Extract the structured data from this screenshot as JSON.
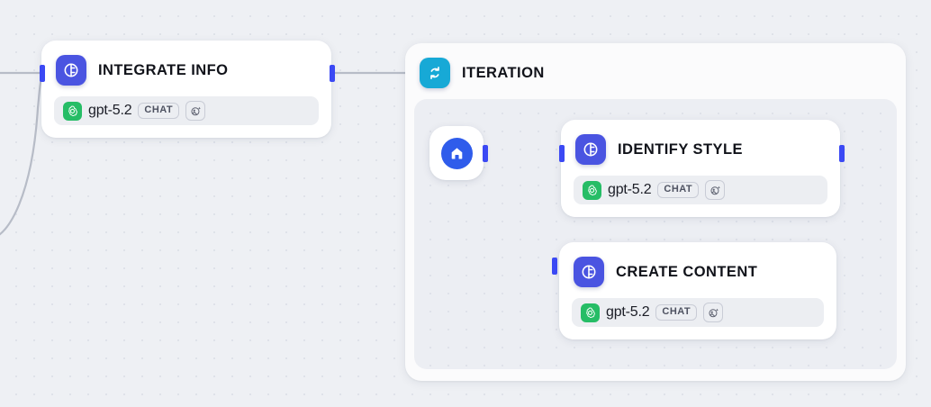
{
  "canvas": {
    "background_color": "#eef0f4",
    "dot_color": "#dfe2e9",
    "edge_color": "#b7bcc7",
    "handle_color": "#3b49f4"
  },
  "nodes": {
    "integrate_info": {
      "title": "INTEGRATE INFO",
      "icon": "llm-node-icon",
      "icon_color": "#4a54e1",
      "model": {
        "name": "gpt-5.2",
        "provider_icon": "openai-logo-icon",
        "provider_color": "#26bd66",
        "mode_badge": "CHAT",
        "capability_icon": "image-sparkle-icon"
      }
    },
    "iteration": {
      "title": "ITERATION",
      "icon": "loop-refresh-icon",
      "icon_color": "#17a9d6"
    },
    "start": {
      "icon": "home-icon",
      "icon_color": "#2f5ceb"
    },
    "identify_style": {
      "title": "IDENTIFY STYLE",
      "icon": "llm-node-icon",
      "icon_color": "#4a54e1",
      "model": {
        "name": "gpt-5.2",
        "provider_icon": "openai-logo-icon",
        "provider_color": "#26bd66",
        "mode_badge": "CHAT",
        "capability_icon": "image-sparkle-icon"
      }
    },
    "create_content": {
      "title": "CREATE CONTENT",
      "icon": "llm-node-icon",
      "icon_color": "#4a54e1",
      "model": {
        "name": "gpt-5.2",
        "provider_icon": "openai-logo-icon",
        "provider_color": "#26bd66",
        "mode_badge": "CHAT",
        "capability_icon": "image-sparkle-icon"
      }
    }
  }
}
